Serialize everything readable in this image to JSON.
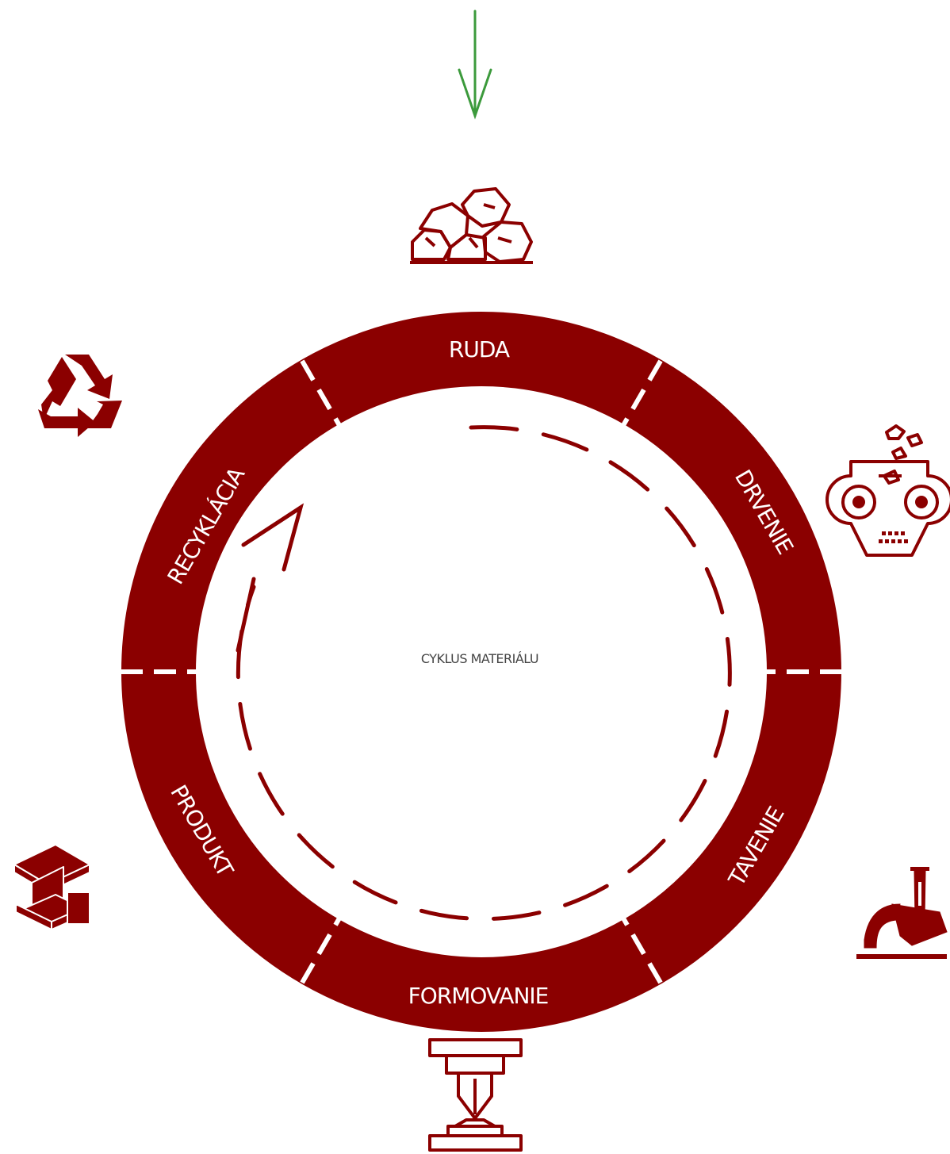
{
  "colors": {
    "accent": "#8b0000",
    "arrow": "#3c9a3c",
    "divider": "#ffffff",
    "center_text": "#444444"
  },
  "center_label": "CYKLUS MATERIÁLU",
  "segments": [
    {
      "label": "RUDA",
      "icon": "ore-rocks-icon"
    },
    {
      "label": "DRVENIE",
      "icon": "crusher-icon"
    },
    {
      "label": "TAVENIE",
      "icon": "ladle-pour-icon"
    },
    {
      "label": "FORMOVANIE",
      "icon": "press-forming-icon"
    },
    {
      "label": "PRODUKT",
      "icon": "steel-beam-icon"
    },
    {
      "label": "RECYKLÁCIA",
      "icon": "recycle-icon"
    }
  ],
  "input_arrow_icon": "arrow-down-icon",
  "cycle_arrow_icon": "dashed-cycle-arrow-icon"
}
